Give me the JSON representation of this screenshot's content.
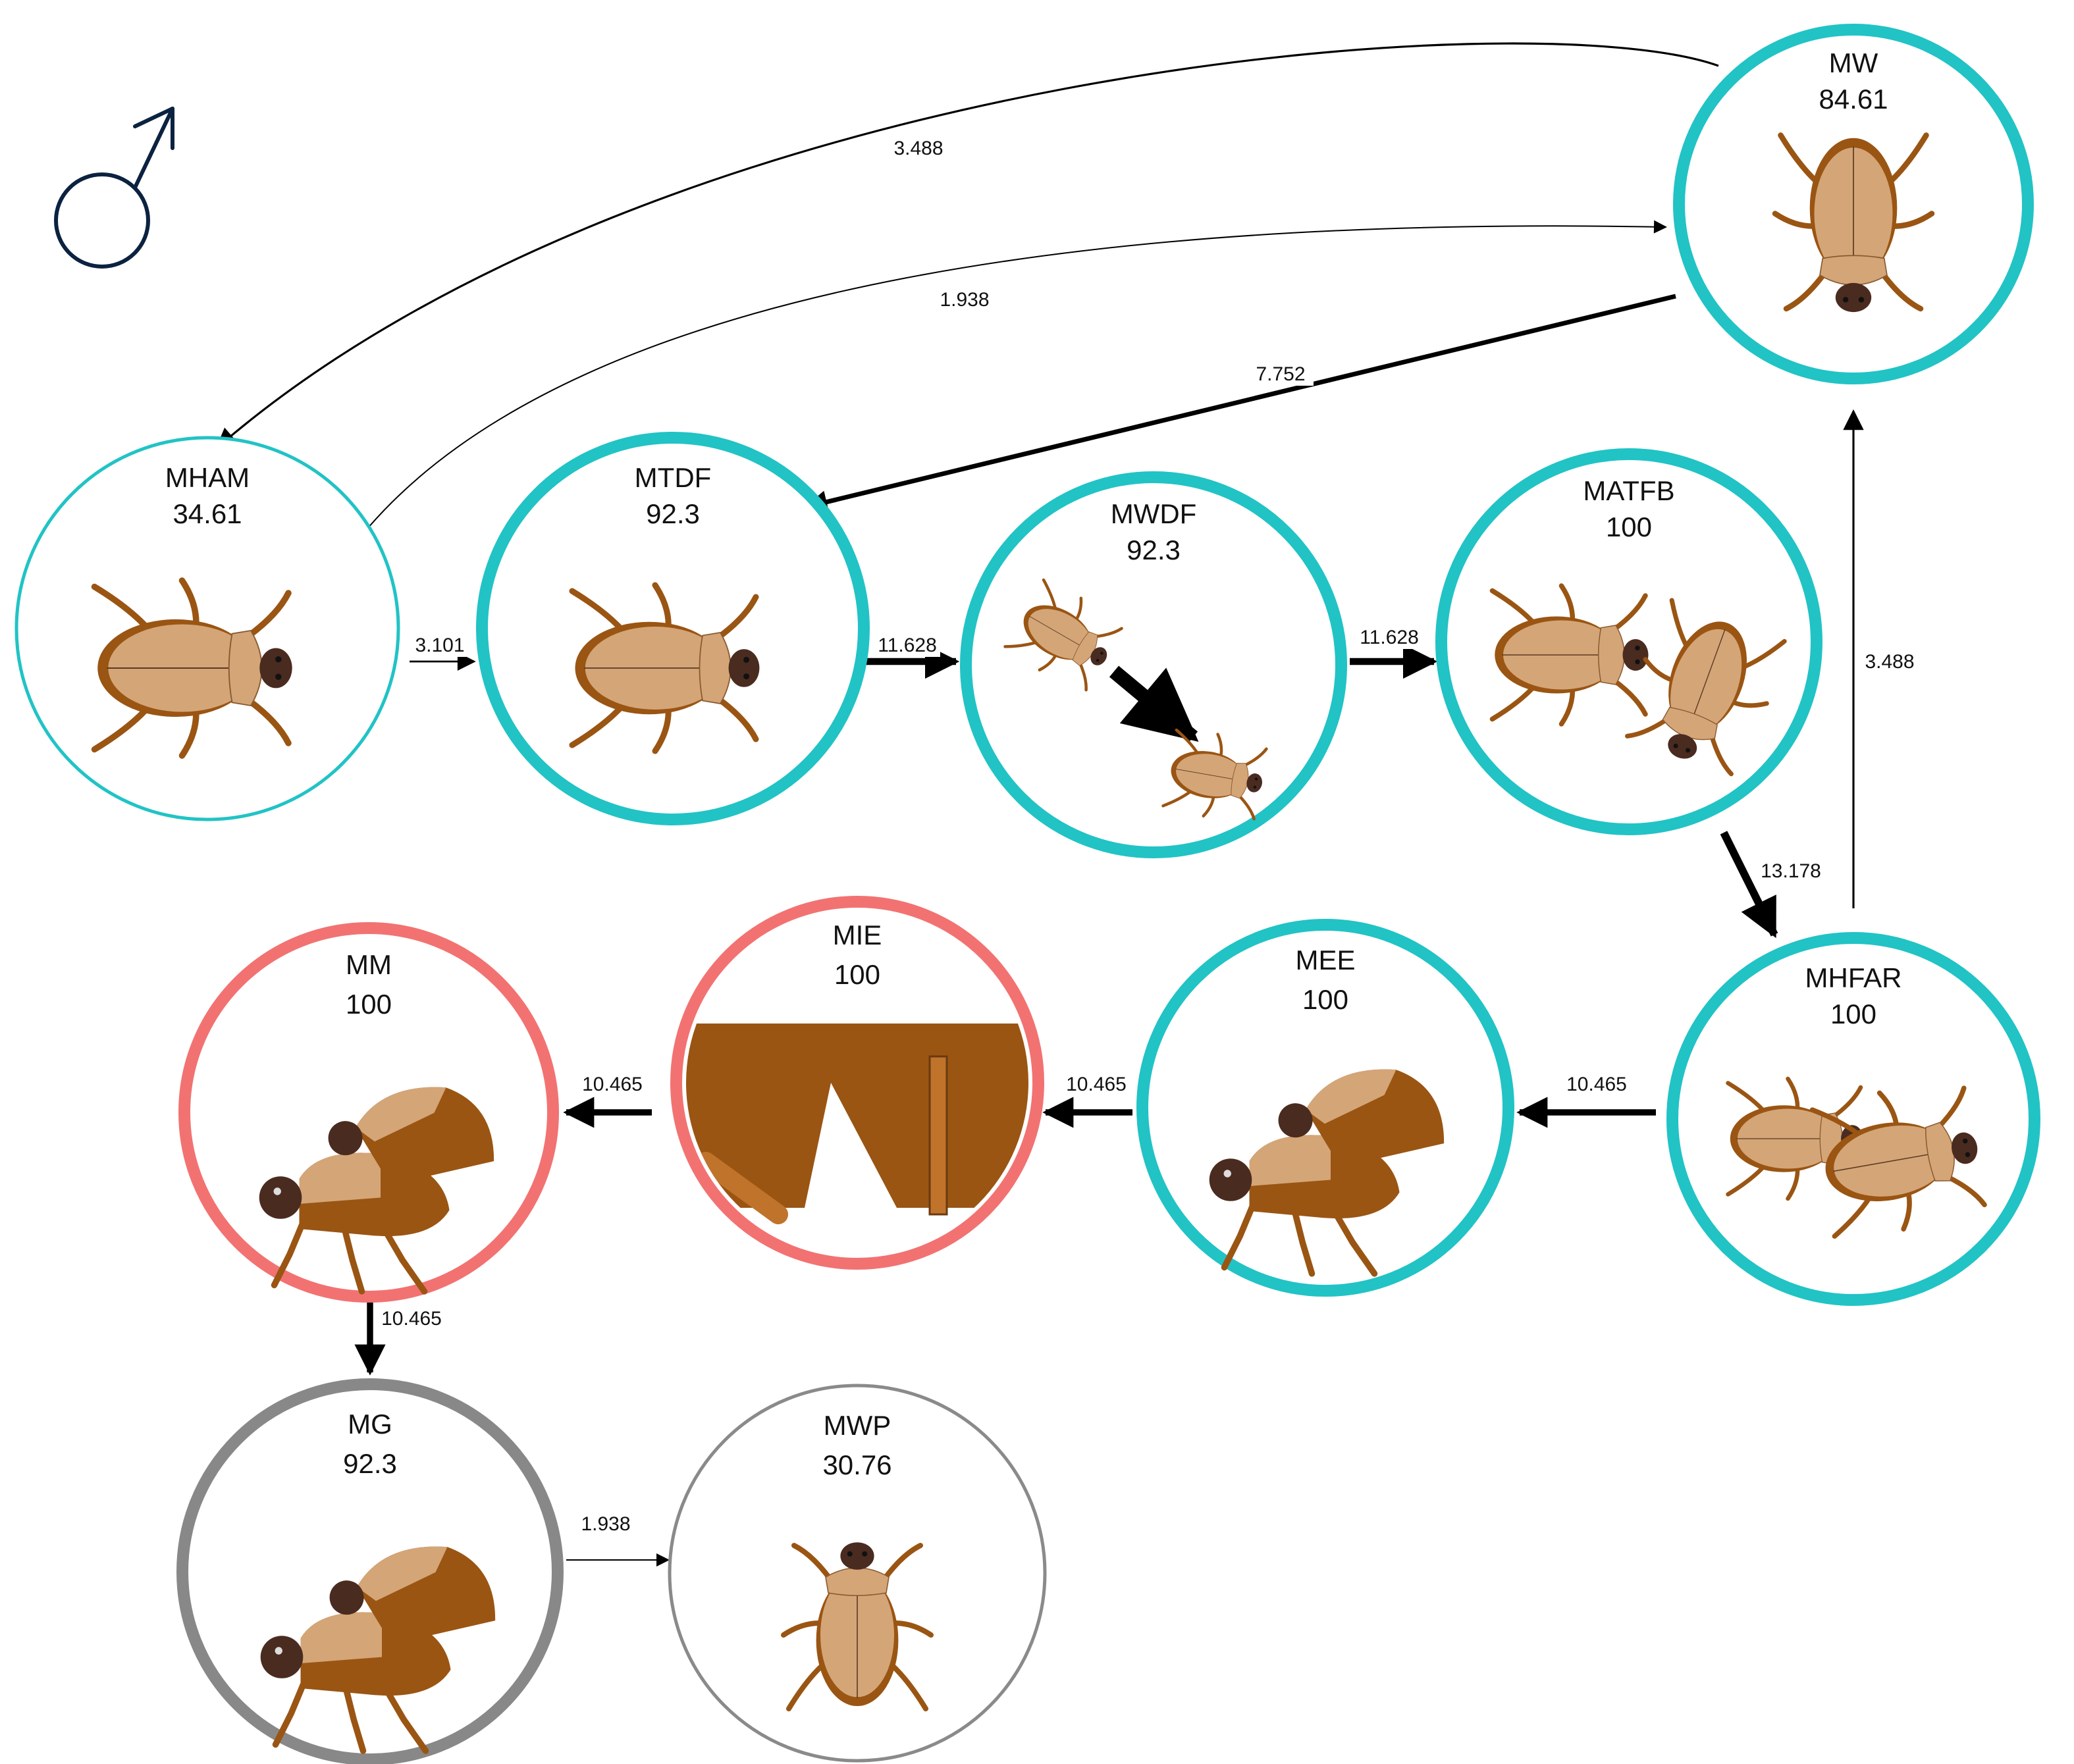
{
  "symbol": {
    "icon": "male-symbol-icon",
    "color": "#0b2240"
  },
  "colors": {
    "cyan": "#21c3c5",
    "salmon": "#f27272",
    "grey_thick": "#888888",
    "grey_thin": "#8a8a8a",
    "beetle_light": "#d4a577",
    "beetle_dark": "#9a5513",
    "beetle_head": "#4a2b20",
    "arrow": "#000000"
  },
  "nodes": [
    {
      "id": "MW",
      "label": "MW",
      "value": "84.61",
      "ring": "cyan",
      "thick": true
    },
    {
      "id": "MHAM",
      "label": "MHAM",
      "value": "34.61",
      "ring": "cyan",
      "thick": false
    },
    {
      "id": "MTDF",
      "label": "MTDF",
      "value": "92.3",
      "ring": "cyan",
      "thick": true
    },
    {
      "id": "MWDF",
      "label": "MWDF",
      "value": "92.3",
      "ring": "cyan",
      "thick": true
    },
    {
      "id": "MATFB",
      "label": "MATFB",
      "value": "100",
      "ring": "cyan",
      "thick": true
    },
    {
      "id": "MHFAR",
      "label": "MHFAR",
      "value": "100",
      "ring": "cyan",
      "thick": true
    },
    {
      "id": "MEE",
      "label": "MEE",
      "value": "100",
      "ring": "cyan",
      "thick": true
    },
    {
      "id": "MIE",
      "label": "MIE",
      "value": "100",
      "ring": "salmon",
      "thick": true
    },
    {
      "id": "MM",
      "label": "MM",
      "value": "100",
      "ring": "salmon",
      "thick": true
    },
    {
      "id": "MG",
      "label": "MG",
      "value": "92.3",
      "ring": "grey_thick",
      "thick": true
    },
    {
      "id": "MWP",
      "label": "MWP",
      "value": "30.76",
      "ring": "grey_thin",
      "thick": false
    }
  ],
  "edges": [
    {
      "from": "MW",
      "to": "MHAM",
      "weight": 3.488,
      "label": "3.488"
    },
    {
      "from": "MHAM",
      "to": "MW",
      "weight": 1.938,
      "label": "1.938"
    },
    {
      "from": "MW",
      "to": "MTDF",
      "weight": 7.752,
      "label": "7.752"
    },
    {
      "from": "MHAM",
      "to": "MTDF",
      "weight": 3.101,
      "label": "3.101"
    },
    {
      "from": "MTDF",
      "to": "MWDF",
      "weight": 11.628,
      "label": "11.628"
    },
    {
      "from": "MWDF",
      "to": "MATFB",
      "weight": 11.628,
      "label": "11.628"
    },
    {
      "from": "MATFB",
      "to": "MHFAR",
      "weight": 13.178,
      "label": "13.178"
    },
    {
      "from": "MHFAR",
      "to": "MW",
      "weight": 3.488,
      "label": "3.488"
    },
    {
      "from": "MHFAR",
      "to": "MEE",
      "weight": 10.465,
      "label": "10.465"
    },
    {
      "from": "MEE",
      "to": "MIE",
      "weight": 10.465,
      "label": "10.465"
    },
    {
      "from": "MIE",
      "to": "MM",
      "weight": 10.465,
      "label": "10.465"
    },
    {
      "from": "MM",
      "to": "MG",
      "weight": 10.465,
      "label": "10.465"
    },
    {
      "from": "MG",
      "to": "MWP",
      "weight": 1.938,
      "label": "1.938"
    }
  ]
}
